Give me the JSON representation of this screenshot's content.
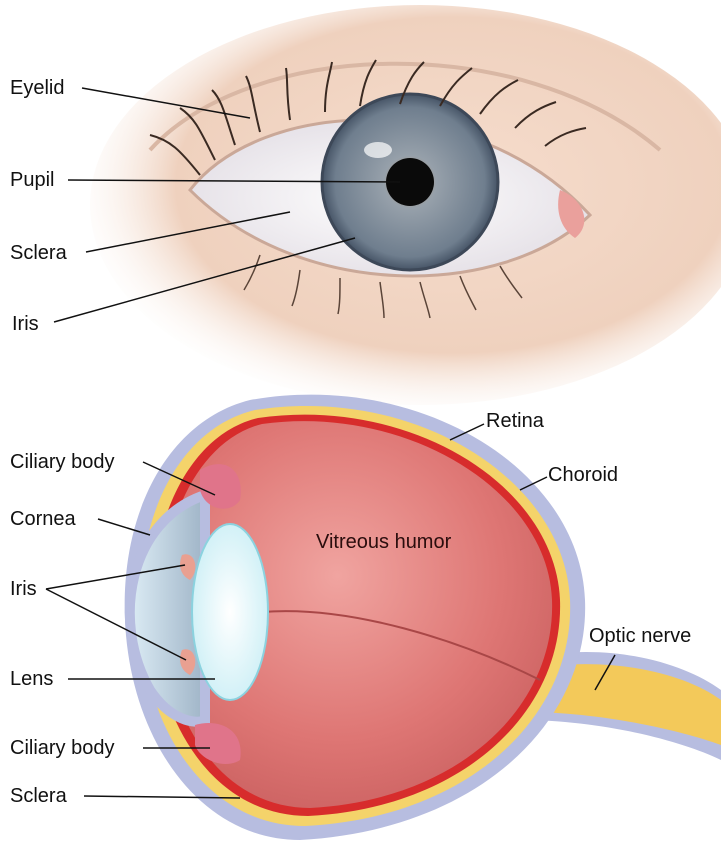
{
  "top_view": {
    "labels": {
      "eyelid": "Eyelid",
      "pupil": "Pupil",
      "sclera": "Sclera",
      "iris": "Iris"
    }
  },
  "cross_section": {
    "labels": {
      "ciliary_body_top": "Ciliary body",
      "cornea": "Cornea",
      "iris": "Iris",
      "lens": "Lens",
      "ciliary_body_bottom": "Ciliary body",
      "sclera": "Sclera",
      "retina": "Retina",
      "choroid": "Choroid",
      "vitreous_humor": "Vitreous humor",
      "optic_nerve": "Optic nerve"
    }
  },
  "colors": {
    "skin": "#f1d2bf",
    "sclera_white": "#f4f2f4",
    "iris_grey": "#7d8b99",
    "pupil": "#0a0a0a",
    "vitreous": "#d9706f",
    "sclera_layer": "#b7bde0",
    "choroid": "#d72c2c",
    "retina": "#f4d36a",
    "cornea": "#cfe5f2",
    "lens": "#e8f8fb",
    "optic_nerve": "#f3c95a"
  }
}
